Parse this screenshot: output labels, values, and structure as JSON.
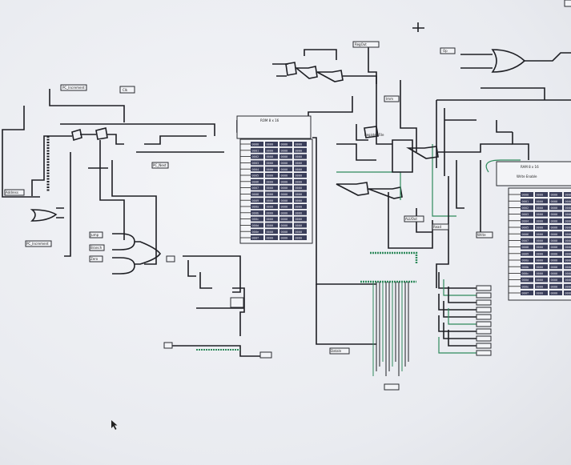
{
  "rom": {
    "title": "ROM 8 x 16",
    "rows": [
      "0000",
      "0001",
      "0002",
      "0003",
      "0004",
      "0005",
      "0006",
      "0007",
      "0008",
      "0009",
      "000a",
      "000b",
      "000c",
      "000d",
      "000e",
      "000f"
    ],
    "cell_value": "0000"
  },
  "ram": {
    "title": "RAM 8 x 16",
    "subtitle": "Write Enable",
    "rows": [
      "0000",
      "0001",
      "0002",
      "0003",
      "0004",
      "0005",
      "0006",
      "0007",
      "0008",
      "0009",
      "000a",
      "000b",
      "000c",
      "000d",
      "000e",
      "000f"
    ],
    "cell_value": "0000"
  },
  "labels": {
    "pc_increment": "PC_Increment",
    "pc_next": "PC_Next",
    "address": "Address",
    "pc_increment2": "PC_Increment",
    "reg_out": "RegOut",
    "alu_out": "ALUOut",
    "data_in": "DataIn",
    "write": "Write",
    "read": "Read",
    "clk": "Clk",
    "op": "Op",
    "imm": "Imm",
    "jump": "Jump",
    "branch": "Branch",
    "zero": "Zero",
    "reg_label": "Register File"
  },
  "colors": {
    "wire": "#1e1f24",
    "bus": "#2f8a5c",
    "cell": "#3a3e5a"
  }
}
